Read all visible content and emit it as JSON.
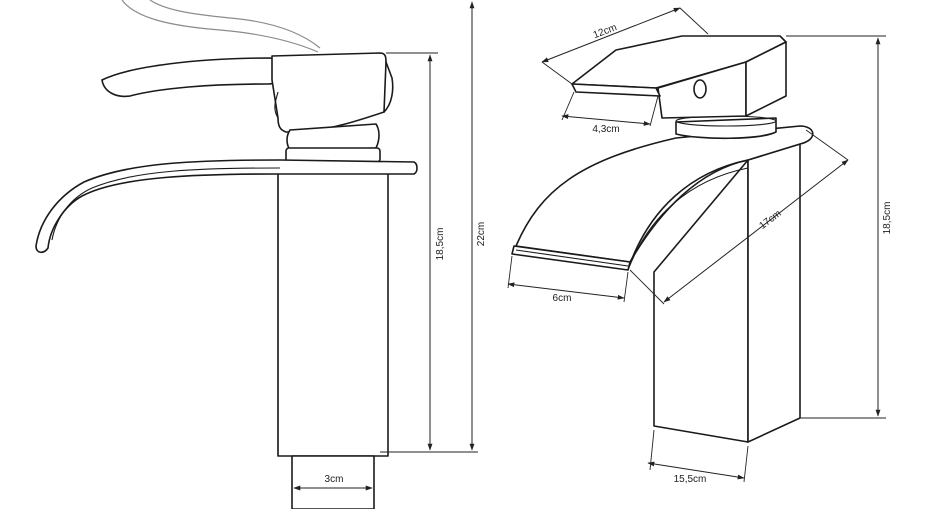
{
  "left_view": {
    "dim_body_height": "18,5cm",
    "dim_total_height": "22cm",
    "dim_base_width": "3cm"
  },
  "right_view": {
    "dim_handle_length": "12cm",
    "dim_handle_width": "4,3cm",
    "dim_spout_width": "6cm",
    "dim_spout_length": "17cm",
    "dim_body_height": "18,5cm",
    "dim_base_width": "15,5cm"
  }
}
